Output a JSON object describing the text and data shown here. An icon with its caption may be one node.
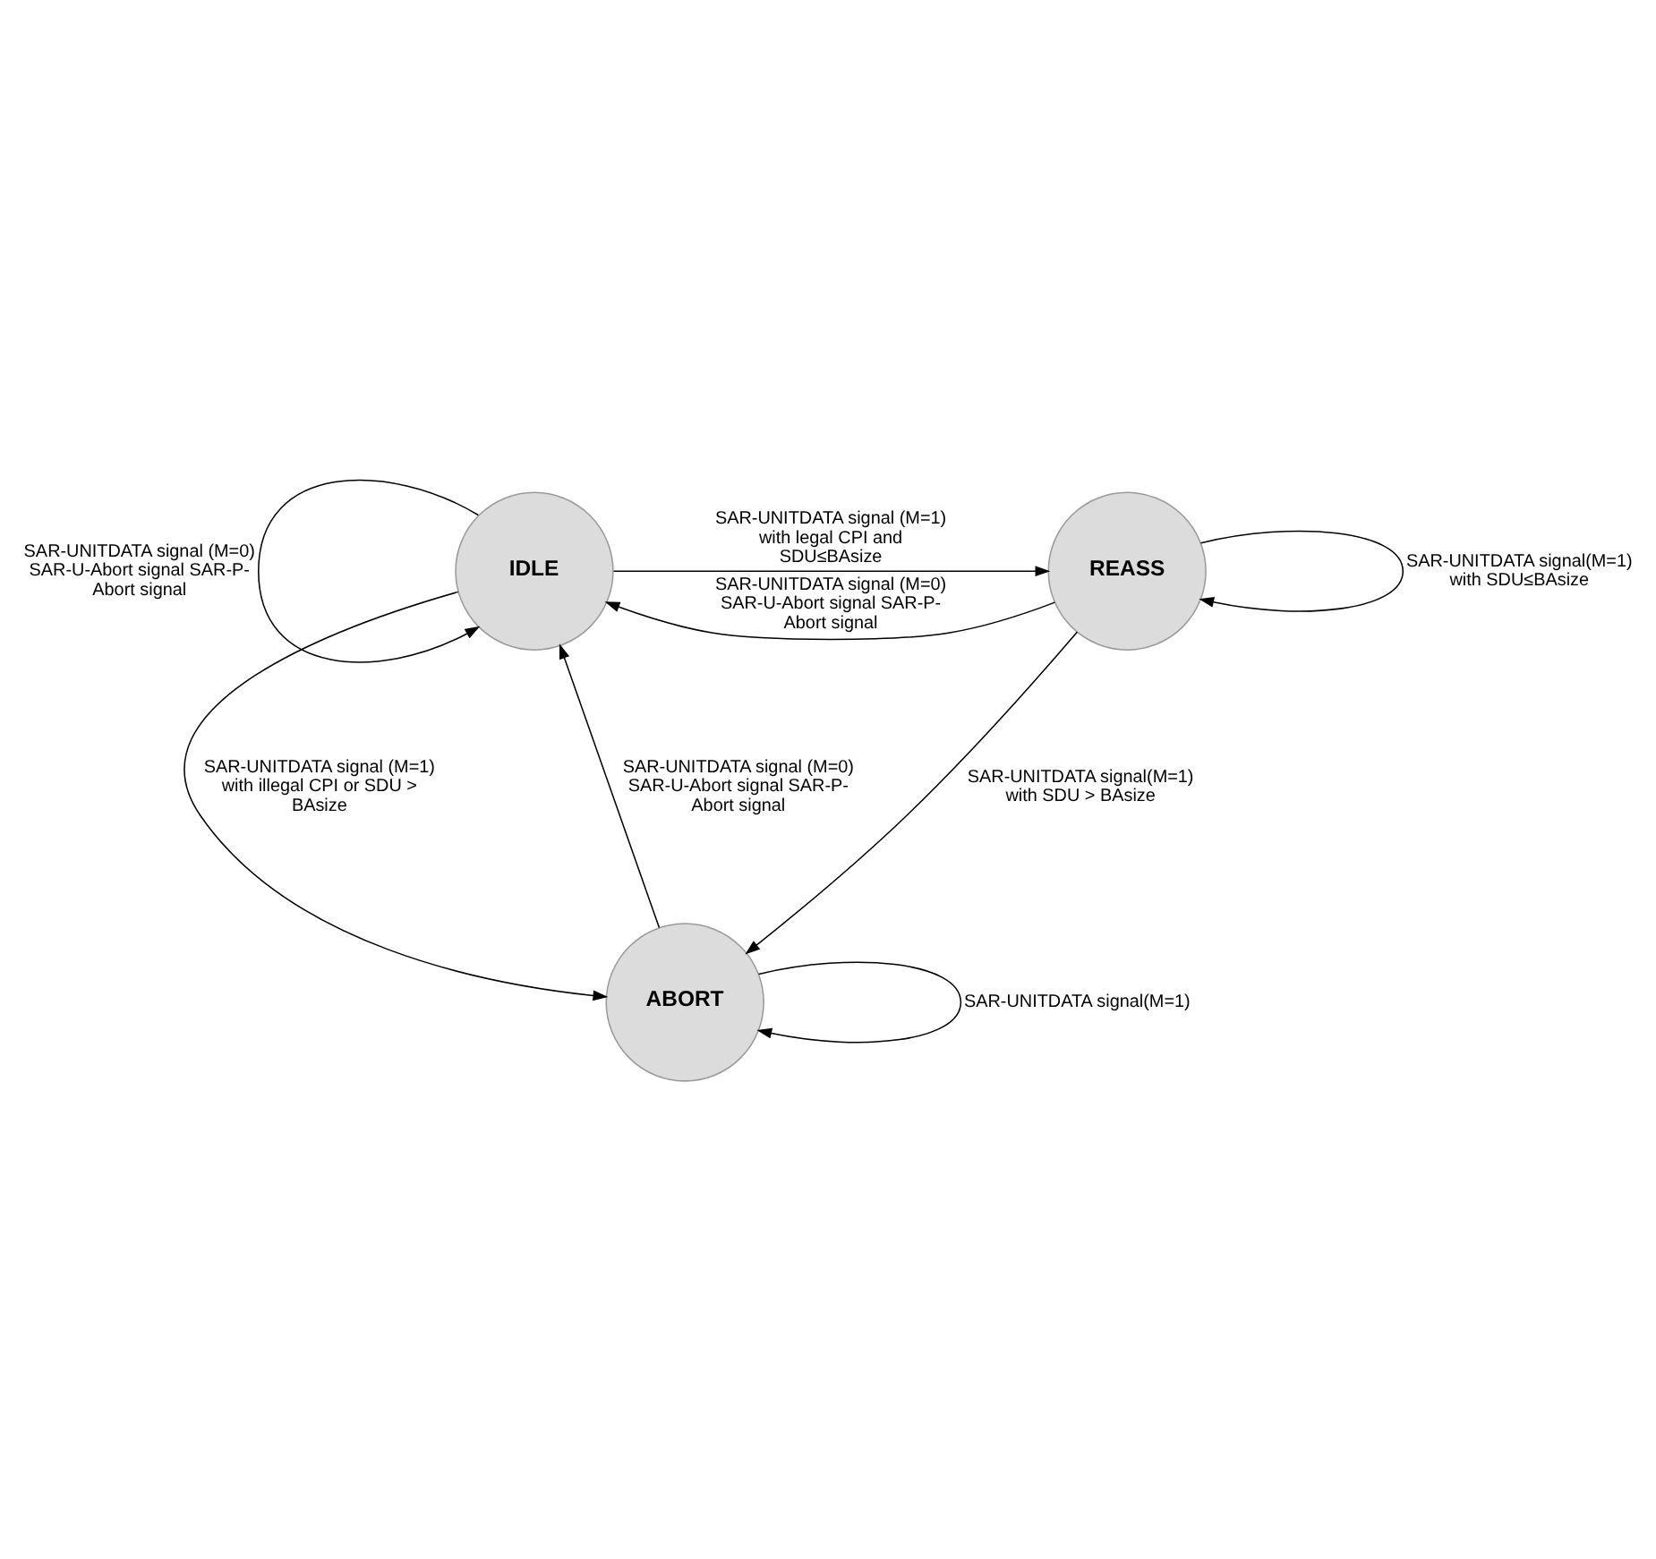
{
  "diagram": {
    "nodes": [
      {
        "text": [
          "IDLE"
        ]
      },
      {
        "text": [
          "REASS"
        ]
      },
      {
        "text": [
          "ABORT"
        ]
      }
    ],
    "edges": [
      {
        "from": 0,
        "to": 0,
        "arrow": "to",
        "label": "SAR-UNITDATA signal (M=0) SAR-U-Abort signal SAR-P-Abort signal"
      },
      {
        "from": 0,
        "to": 1,
        "arrow": "to",
        "label": "SAR-UNITDATA signal (M=1) with legal CPI and SDU≤BAsize"
      },
      {
        "from": 1,
        "to": 1,
        "arrow": "to",
        "label": "SAR-UNITDATA signal(M=1) with SDU≤BAsize"
      },
      {
        "from": 1,
        "to": 0,
        "arrow": "to",
        "label": "SAR-UNITDATA signal (M=0) SAR-U-Abort signal SAR-P-Abort signal"
      },
      {
        "from": 0,
        "to": 2,
        "arrow": "to",
        "label": "SAR-UNITDATA signal (M=1) with illegal CPI or SDU > BAsize"
      },
      {
        "from": 1,
        "to": 2,
        "arrow": "to",
        "label": "SAR-UNITDATA signal(M=1) with SDU > BAsize"
      },
      {
        "from": 2,
        "to": 0,
        "arrow": "to",
        "label": "SAR-UNITDATA signal (M=0) SAR-U-Abort signal SAR-P-Abort signal"
      },
      {
        "from": 2,
        "to": 2,
        "arrow": "to",
        "label": "SAR-UNITDATA signal(M=1)"
      }
    ]
  }
}
